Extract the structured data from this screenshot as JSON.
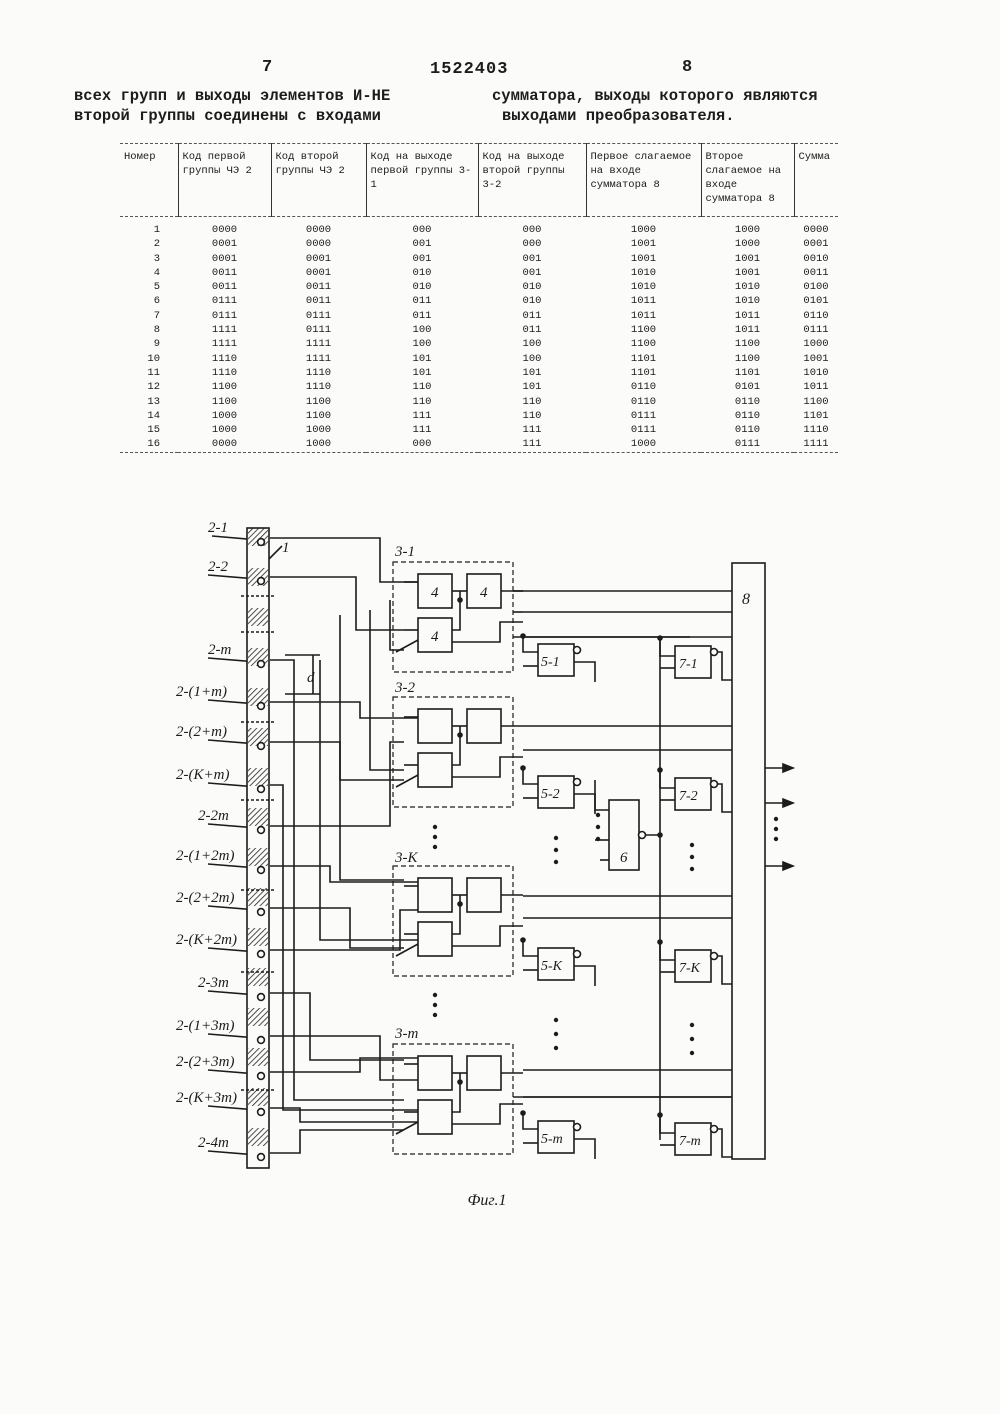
{
  "header": {
    "page_left": "7",
    "doc_number": "1522403",
    "page_right": "8"
  },
  "text": {
    "left_line1": "всех групп и выходы элементов И-НЕ",
    "left_line2": "второй группы соединены с входами",
    "right_line1": "сумматора, выходы которого являются",
    "right_line2": "выходами преобразователя."
  },
  "table": {
    "headers": [
      "Номер",
      "Код первой группы ЧЭ 2",
      "Код второй группы ЧЭ 2",
      "Код на выходе первой группы 3-1",
      "Код на выходе второй группы 3-2",
      "Первое слагаемое на входе сумматора 8",
      "Второе слагаемое на входе сумматора 8",
      "Сумма"
    ],
    "rows": [
      [
        "1",
        "0000",
        "0000",
        "000",
        "000",
        "1000",
        "1000",
        "0000"
      ],
      [
        "2",
        "0001",
        "0000",
        "001",
        "000",
        "1001",
        "1000",
        "0001"
      ],
      [
        "3",
        "0001",
        "0001",
        "001",
        "001",
        "1001",
        "1001",
        "0010"
      ],
      [
        "4",
        "0011",
        "0001",
        "010",
        "001",
        "1010",
        "1001",
        "0011"
      ],
      [
        "5",
        "0011",
        "0011",
        "010",
        "010",
        "1010",
        "1010",
        "0100"
      ],
      [
        "6",
        "0111",
        "0011",
        "011",
        "010",
        "1011",
        "1010",
        "0101"
      ],
      [
        "7",
        "0111",
        "0111",
        "011",
        "011",
        "1011",
        "1011",
        "0110"
      ],
      [
        "8",
        "1111",
        "0111",
        "100",
        "011",
        "1100",
        "1011",
        "0111"
      ],
      [
        "9",
        "1111",
        "1111",
        "100",
        "100",
        "1100",
        "1100",
        "1000"
      ],
      [
        "10",
        "1110",
        "1111",
        "101",
        "100",
        "1101",
        "1100",
        "1001"
      ],
      [
        "11",
        "1110",
        "1110",
        "101",
        "101",
        "1101",
        "1101",
        "1010"
      ],
      [
        "12",
        "1100",
        "1110",
        "110",
        "101",
        "0110",
        "0101",
        "1011"
      ],
      [
        "13",
        "1100",
        "1100",
        "110",
        "110",
        "0110",
        "0110",
        "1100"
      ],
      [
        "14",
        "1000",
        "1100",
        "111",
        "110",
        "0111",
        "0110",
        "1101"
      ],
      [
        "15",
        "1000",
        "1000",
        "111",
        "111",
        "0111",
        "0110",
        "1110"
      ],
      [
        "16",
        "0000",
        "1000",
        "000",
        "111",
        "1000",
        "0111",
        "1111"
      ]
    ]
  },
  "figure": {
    "caption": "Фиг.1",
    "ref_1": "1",
    "ref_d": "d",
    "ref_6": "6",
    "ref_8": "8",
    "and_label": "4",
    "element_labels": [
      "2-1",
      "2-2",
      "2-m",
      "2-(1+m)",
      "2-(2+m)",
      "2-(K+m)",
      "2-2m",
      "2-(1+2m)",
      "2-(2+2m)",
      "2-(K+2m)",
      "2-3m",
      "2-(1+3m)",
      "2-(2+3m)",
      "2-(K+3m)",
      "2-4m"
    ],
    "groups": [
      {
        "label": "3-1",
        "and_labels": [
          "4",
          "4",
          "4"
        ]
      },
      {
        "label": "3-2",
        "and_labels": [
          "",
          "",
          ""
        ]
      },
      {
        "label": "3-K",
        "and_labels": [
          "",
          "",
          ""
        ]
      },
      {
        "label": "3-m",
        "and_labels": [
          "",
          "",
          ""
        ]
      }
    ],
    "xor_labels": [
      "5-1",
      "5-2",
      "5-K",
      "5-m"
    ],
    "nand_labels": [
      "7-1",
      "7-2",
      "7-K",
      "7-m"
    ]
  }
}
